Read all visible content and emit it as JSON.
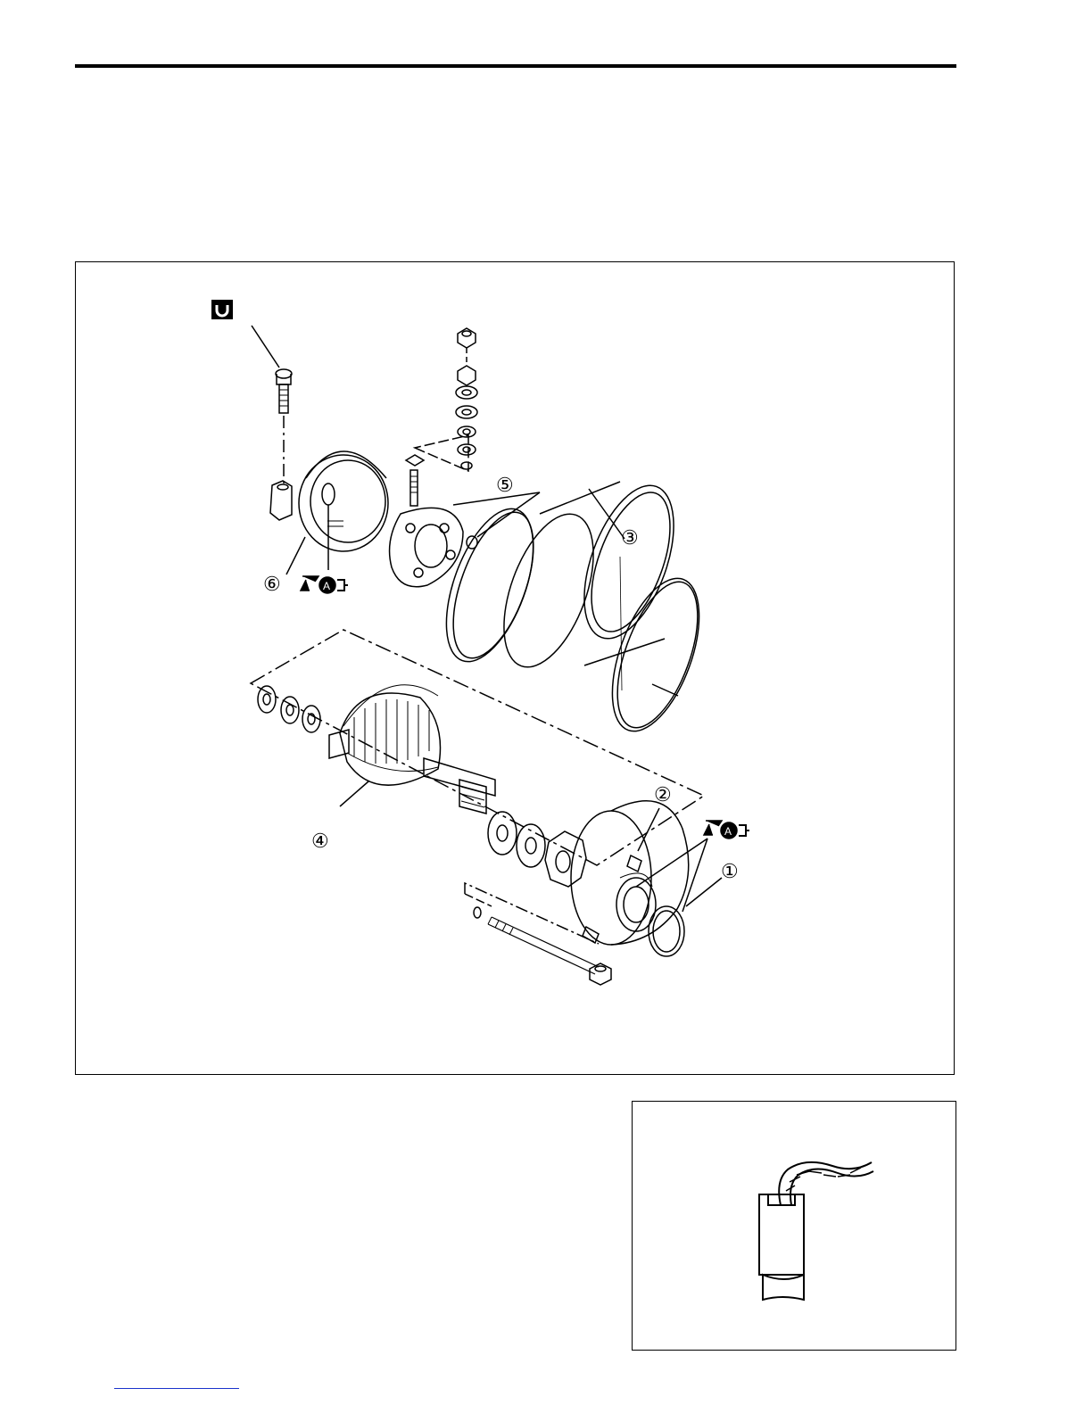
{
  "diagram": {
    "callouts": [
      {
        "id": "1",
        "label": "①"
      },
      {
        "id": "2",
        "label": "②"
      },
      {
        "id": "3",
        "label": "③"
      },
      {
        "id": "4",
        "label": "④"
      },
      {
        "id": "5",
        "label": "⑤"
      },
      {
        "id": "6",
        "label": "⑥"
      }
    ],
    "lubricant_symbol": {
      "letter": "A",
      "icon": "grease-gun-icon"
    },
    "torque_symbol": {
      "icon": "torque-wrench-icon"
    }
  },
  "inset": {
    "icon": "carbon-brush-icon"
  },
  "colors": {
    "line": "#000000",
    "footer_rule": "#1a33cc"
  }
}
